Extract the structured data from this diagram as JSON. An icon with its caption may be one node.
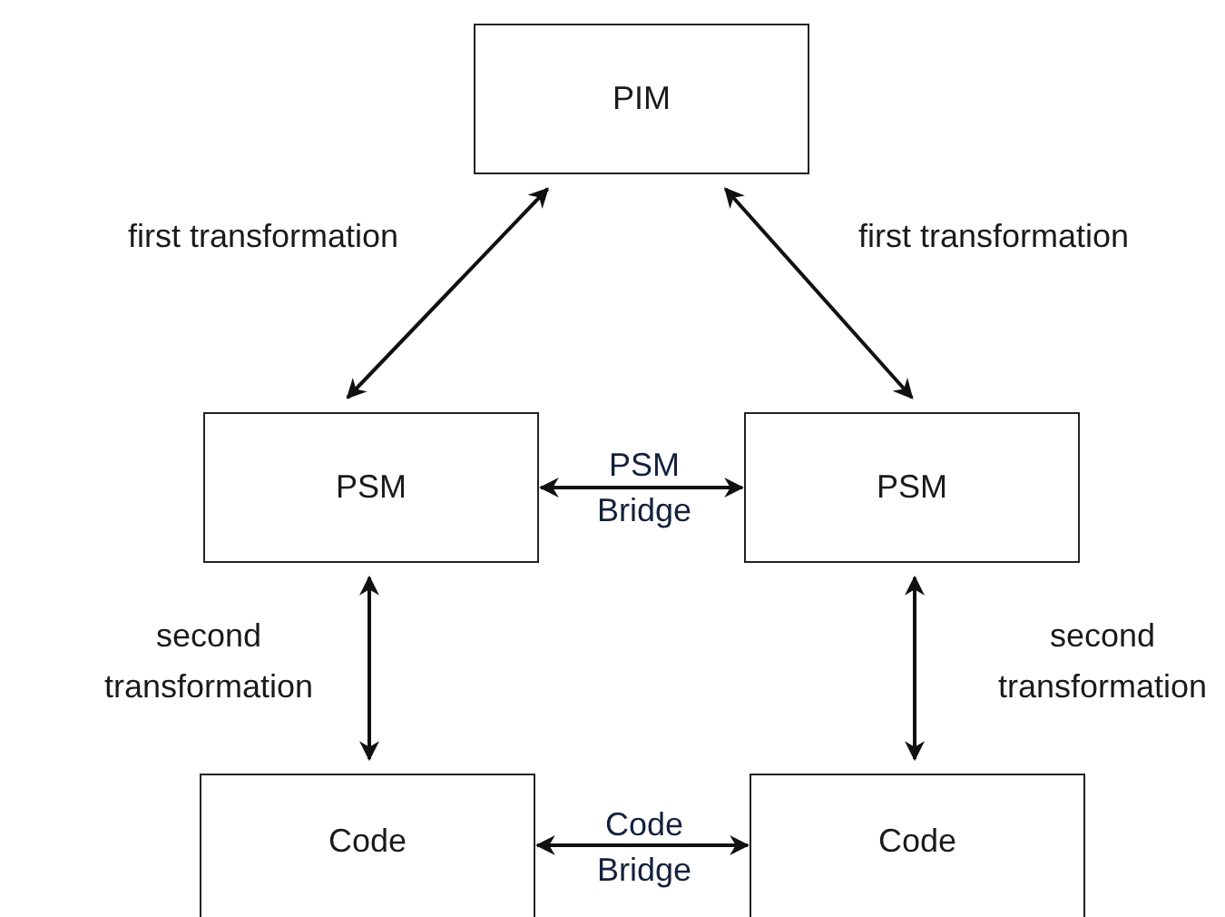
{
  "diagram": {
    "nodes": [
      {
        "text": [
          "PIM"
        ]
      },
      {
        "text": [
          "PSM"
        ]
      },
      {
        "text": [
          "PSM"
        ]
      },
      {
        "text": [
          "Code"
        ]
      },
      {
        "text": [
          "Code"
        ]
      }
    ],
    "edges": [
      {
        "from": 0,
        "to": 1,
        "arrow": "both",
        "label": "first transformation"
      },
      {
        "from": 0,
        "to": 2,
        "arrow": "both",
        "label": "first transformation"
      },
      {
        "from": 1,
        "to": 2,
        "arrow": "both",
        "label": "PSM Bridge"
      },
      {
        "from": 1,
        "to": 3,
        "arrow": "both",
        "label": "second transformation"
      },
      {
        "from": 2,
        "to": 4,
        "arrow": "both",
        "label": "second transformation"
      },
      {
        "from": 3,
        "to": 4,
        "arrow": "both",
        "label": "Code Bridge"
      }
    ]
  }
}
